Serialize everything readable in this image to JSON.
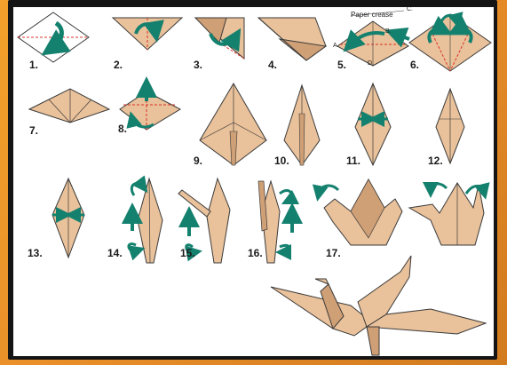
{
  "steps": [
    {
      "label": "1."
    },
    {
      "label": "2."
    },
    {
      "label": "3."
    },
    {
      "label": "4."
    },
    {
      "label": "5."
    },
    {
      "label": "6."
    },
    {
      "label": "7."
    },
    {
      "label": "8."
    },
    {
      "label": "9."
    },
    {
      "label": "10."
    },
    {
      "label": "11."
    },
    {
      "label": "12."
    },
    {
      "label": "13."
    },
    {
      "label": "14."
    },
    {
      "label": "15."
    },
    {
      "label": "16."
    },
    {
      "label": "17."
    }
  ],
  "annotations": {
    "paper_crease": "Paper crease",
    "point_a": "A.",
    "point_b": "B.",
    "point_c": "C.",
    "point_d": "D."
  },
  "colors": {
    "paper": "#e9c19a",
    "paper_dark": "#cf9f76",
    "outline": "#3a3a3a",
    "arrow": "#14806e",
    "crease": "#d9342b",
    "border": "#141414",
    "background": "#ef9a28"
  }
}
